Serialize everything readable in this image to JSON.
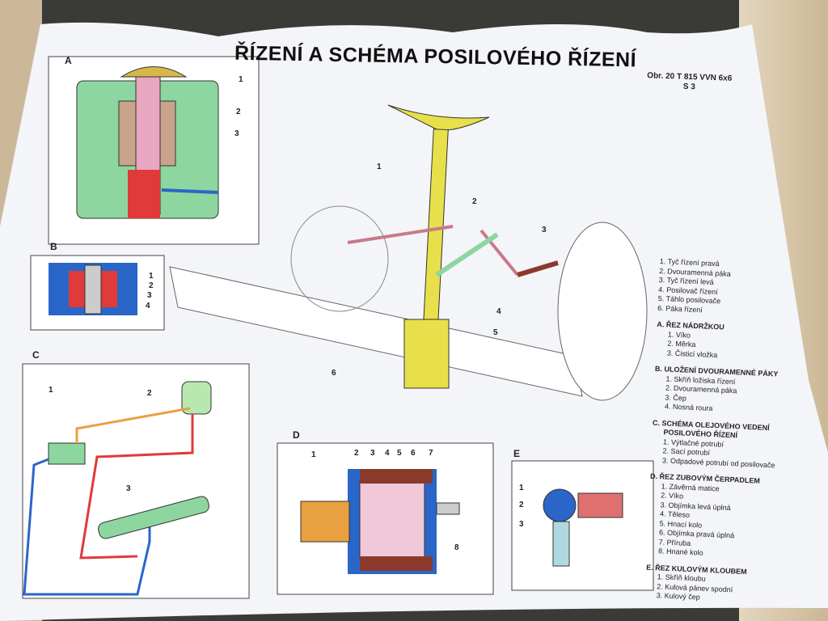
{
  "title": "ŘÍZENÍ A SCHÉMA POSILOVÉHO ŘÍZENÍ",
  "reference": {
    "line1": "Obr. 20 T 815 VVN 6x6",
    "line2": "S 3"
  },
  "panels": {
    "a": "A",
    "b": "B",
    "c": "C",
    "d": "D",
    "e": "E"
  },
  "callouts": {
    "main": [
      "1",
      "2",
      "3",
      "4",
      "5",
      "6"
    ],
    "a": [
      "1",
      "2",
      "3"
    ],
    "b": [
      "1",
      "2",
      "3",
      "4"
    ],
    "c": [
      "1",
      "2",
      "3"
    ],
    "d": [
      "1",
      "2",
      "3",
      "4",
      "5",
      "6",
      "7",
      "8"
    ],
    "e": [
      "1",
      "2",
      "3"
    ]
  },
  "legend": {
    "main": [
      "1. Tyč řízení pravá",
      "2. Dvouramenná páka",
      "3. Tyč řízení levá",
      "4. Posilovač řízení",
      "5. Táhlo posilovače",
      "6. Páka řízení"
    ],
    "a": {
      "heading": "A. ŘEZ NÁDRŽKOU",
      "items": [
        "1. Víko",
        "2. Měrka",
        "3. Čisticí vložka"
      ]
    },
    "b": {
      "heading": "B. ULOŽENÍ DVOURAMENNÉ PÁKY",
      "items": [
        "1. Skříň ložiska řízení",
        "2. Dvouramenná páka",
        "3. Čep",
        "4. Nosná roura"
      ]
    },
    "c": {
      "heading": "C. SCHÉMA OLEJOVÉHO VEDENÍ",
      "heading2": "POSILOVÉHO ŘÍZENÍ",
      "items": [
        "1. Výtlačné potrubí",
        "2. Sací potrubí",
        "3. Odpadové potrubí od posilovače"
      ]
    },
    "d": {
      "heading": "D. ŘEZ ZUBOVÝM ČERPADLEM",
      "items": [
        "1. Závěrná matice",
        "2. Víko",
        "3. Objímka levá úplná",
        "4. Těleso",
        "5. Hnací kolo",
        "6. Objímka pravá úplná",
        "7. Příruba",
        "8. Hnané kolo"
      ]
    },
    "e": {
      "heading": "E. ŘEZ KULOVÝM KLOUBEM",
      "items": [
        "1. Skříň kloubu",
        "2. Kulová pánev spodní",
        "3. Kulový čep"
      ]
    }
  },
  "colors": {
    "yellow": "#e8e04a",
    "green": "#8ed6a0",
    "red": "#e03a3a",
    "blue": "#2a66c8",
    "brown": "#8a3a2a",
    "orange": "#e8a040"
  }
}
